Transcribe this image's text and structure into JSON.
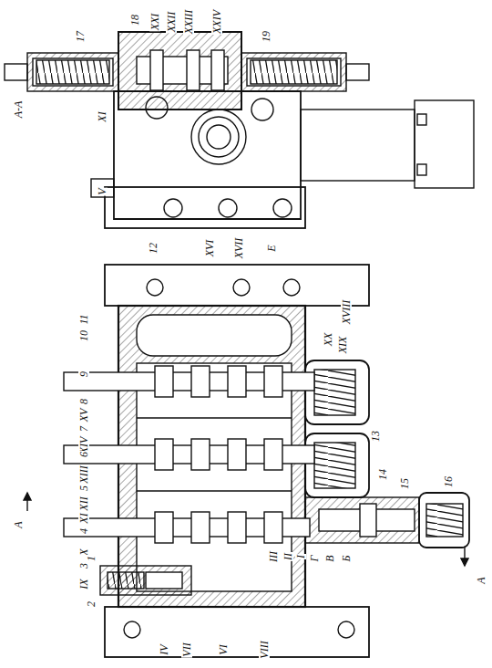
{
  "diagram": {
    "labels": [
      "А-А",
      "17",
      "18",
      "XXI",
      "XXII",
      "XXIII",
      "XXIV",
      "19",
      "XI",
      "V",
      "12",
      "XVI",
      "XVII",
      "Е",
      "11",
      "10",
      "XVIII",
      "XX",
      "XIX",
      "9",
      "8",
      "XV",
      "7",
      "XIV",
      "6",
      "XIII",
      "5",
      "XII",
      "XI",
      "4",
      "X",
      "3",
      "IX",
      "13",
      "14",
      "15",
      "16",
      "III",
      "II",
      "I",
      "Г",
      "В",
      "Б",
      "А",
      "А",
      "1",
      "2",
      "IV",
      "VII",
      "VI",
      "VIII"
    ]
  }
}
